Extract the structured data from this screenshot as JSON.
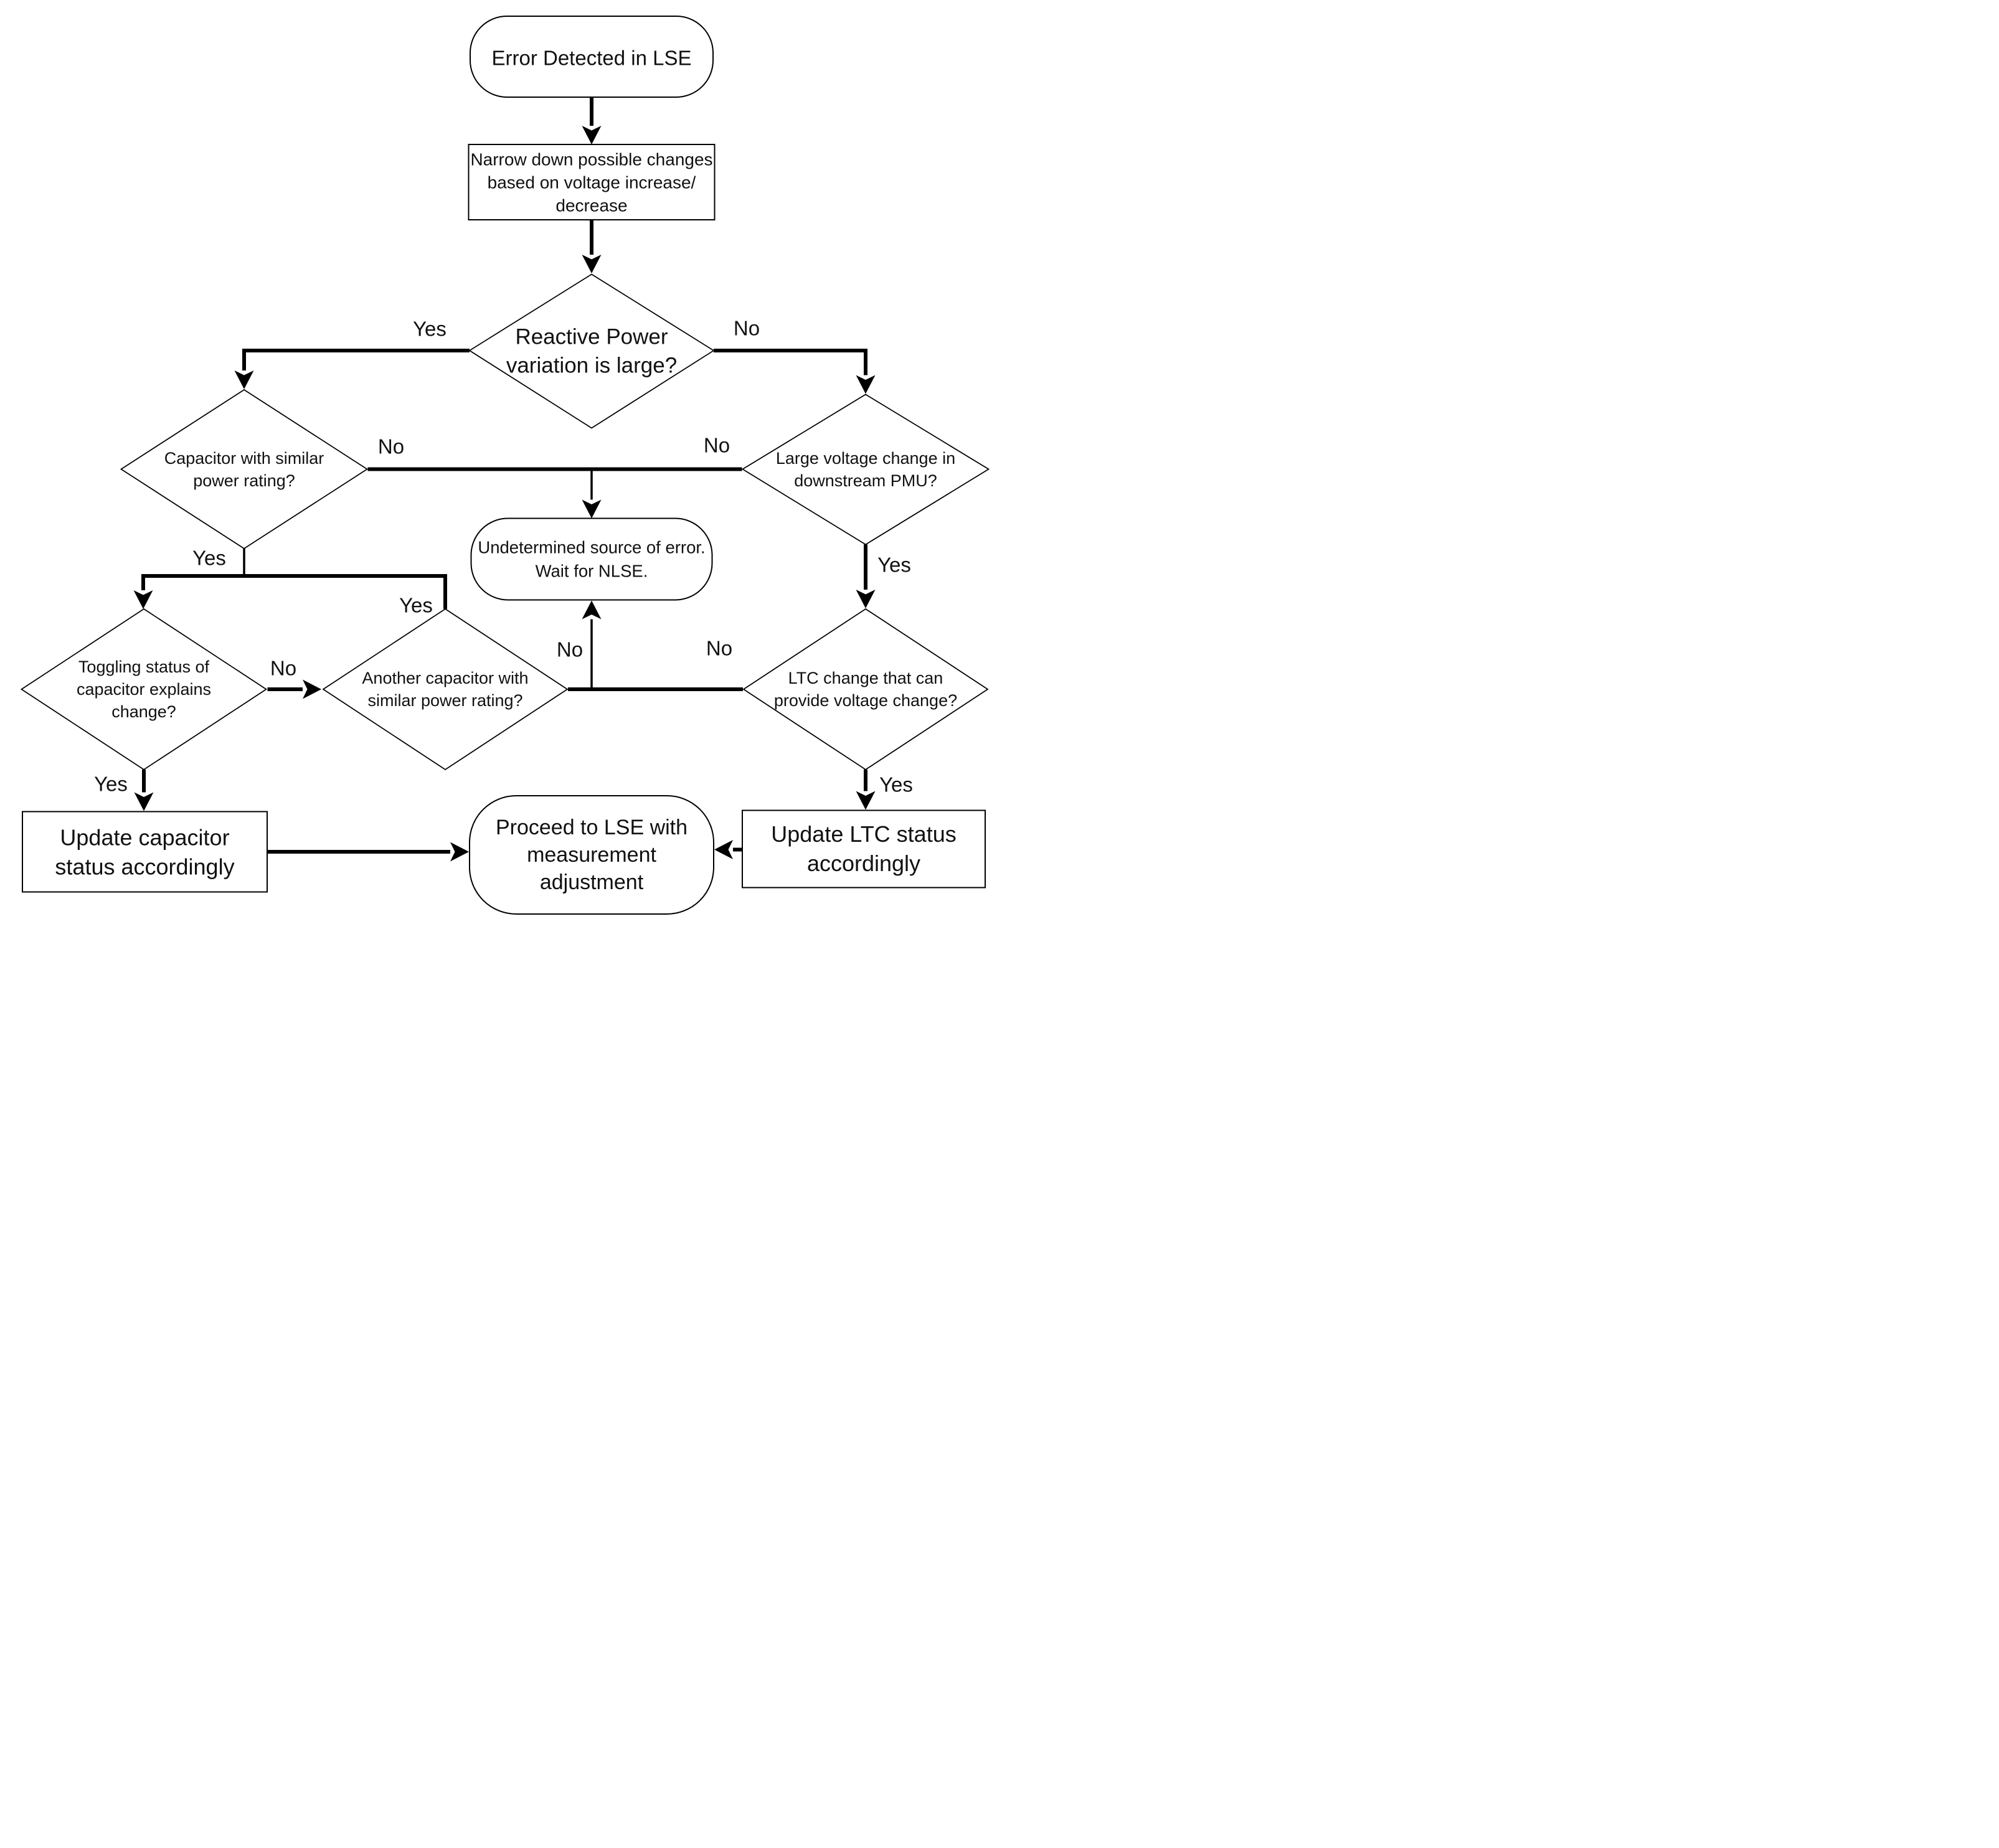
{
  "diagram": {
    "description": "Flowchart for identifying the source of an error detected in linear state estimation (LSE)",
    "colors": {
      "background": "#ffffff",
      "stroke": "#000000",
      "text": "#111111",
      "shape_fill": "#ffffff"
    },
    "nodes": {
      "start": {
        "type": "terminal",
        "lines": [
          "Error Detected in LSE"
        ]
      },
      "narrow": {
        "type": "process",
        "lines": [
          "Narrow down possible changes",
          "based on voltage increase/",
          "decrease"
        ]
      },
      "reactive": {
        "type": "decision",
        "lines": [
          "Reactive Power",
          "variation is large?"
        ]
      },
      "capacitor": {
        "type": "decision",
        "lines": [
          "Capacitor with similar",
          "power rating?"
        ]
      },
      "large_voltage": {
        "type": "decision",
        "lines": [
          "Large voltage change in",
          "downstream PMU?"
        ]
      },
      "undetermined": {
        "type": "terminal",
        "lines": [
          "Undetermined source of error.",
          "Wait for NLSE."
        ]
      },
      "toggling": {
        "type": "decision",
        "lines": [
          "Toggling status of",
          "capacitor explains",
          "change?"
        ]
      },
      "another": {
        "type": "decision",
        "lines": [
          "Another capacitor with",
          "similar power rating?"
        ]
      },
      "ltc": {
        "type": "decision",
        "lines": [
          "LTC change that can",
          "provide voltage change?"
        ]
      },
      "update_capacitor": {
        "type": "process",
        "lines": [
          "Update capacitor",
          "status accordingly"
        ]
      },
      "proceed": {
        "type": "terminal",
        "lines": [
          "Proceed to LSE with",
          "measurement",
          "adjustment"
        ]
      },
      "update_ltc": {
        "type": "process",
        "lines": [
          "Update LTC status",
          "accordingly"
        ]
      }
    },
    "edge_labels": {
      "reactive_yes": "Yes",
      "reactive_no": "No",
      "capacitor_no": "No",
      "large_voltage_no": "No",
      "capacitor_yes": "Yes",
      "another_yes": "Yes",
      "toggling_no": "No",
      "another_no": "No",
      "ltc_no": "No",
      "large_voltage_yes": "Yes",
      "toggling_yes": "Yes",
      "ltc_yes": "Yes"
    }
  }
}
